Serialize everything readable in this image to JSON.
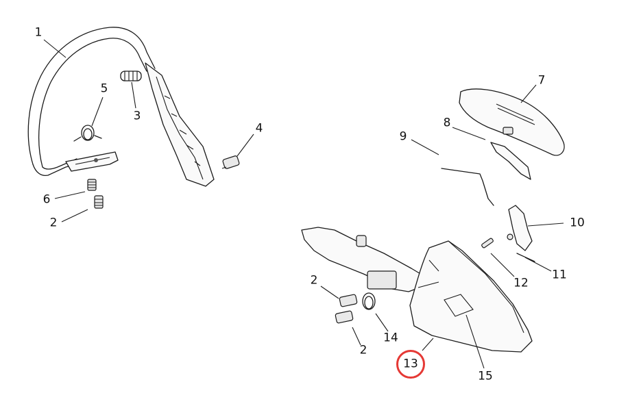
{
  "diagram": {
    "highlighted_part": "13",
    "highlight_color": "#e53935",
    "callouts": {
      "c1": "1",
      "c2a": "2",
      "c2b": "2",
      "c2c": "2",
      "c3": "3",
      "c4": "4",
      "c5": "5",
      "c6": "6",
      "c7": "7",
      "c8": "8",
      "c9": "9",
      "c10": "10",
      "c11": "11",
      "c12": "12",
      "c13": "13",
      "c14": "14",
      "c15": "15"
    }
  }
}
